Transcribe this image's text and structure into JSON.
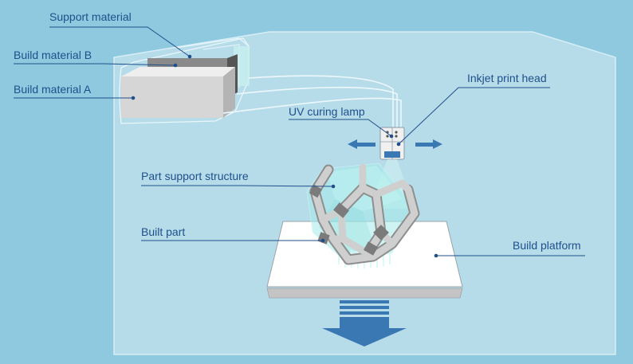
{
  "diagram": {
    "labels": {
      "support_material": "Support material",
      "build_material_b": "Build material B",
      "build_material_a": "Build material A",
      "inkjet_print_head": "Inkjet print head",
      "uv_curing_lamp": "UV curing lamp",
      "part_support_structure": "Part support structure",
      "built_part": "Built part",
      "build_platform": "Build platform"
    }
  },
  "colors": {
    "background": "#8fc9e0",
    "chamber": "#b6dcea",
    "label_text": "#1f4f8a",
    "arrow": "#3a78b4"
  }
}
